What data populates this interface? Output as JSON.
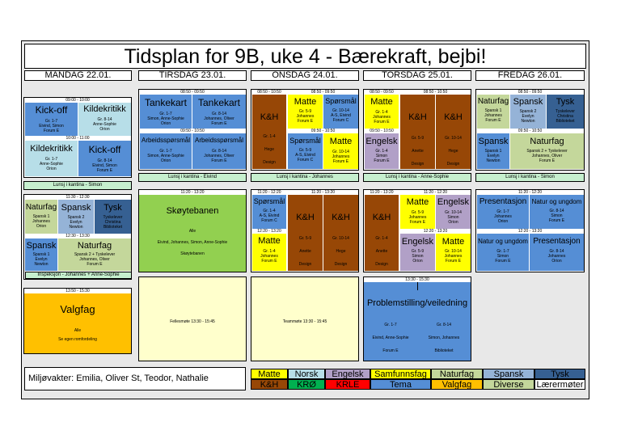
{
  "title": "Tidsplan for 9B, uke 4 - Bærekraft, bejbi!",
  "days": [
    "MANDAG 22.01.",
    "TIRSDAG 23.01.",
    "ONSDAG 24.01.",
    "TORSDAG 25.01.",
    "FREDAG 26.01."
  ],
  "mon": {
    "t1": "09:00 - 10:00",
    "t2": "10:00 - 11:00",
    "a": {
      "name": "Kick-off",
      "grp": "Gr. 1-7",
      "who": "Eivind, Simon",
      "room": "Forum E"
    },
    "b": {
      "name": "Kildekritikk",
      "grp": "Gr. 8-14",
      "who": "Anne-Sophie",
      "room": "Orion"
    },
    "c": {
      "name": "Kildekritikk",
      "grp": "Gr. 1-7",
      "who": "Anne-Sophie",
      "room": "Orion"
    },
    "d": {
      "name": "Kick-off",
      "grp": "Gr. 8-14",
      "who": "Eivind, Simon",
      "room": "Forum E"
    },
    "lunch": "Lunsj i kantina - Simon",
    "t3": "11:30 - 12:30",
    "t4": "12:30 - 13:30",
    "e": {
      "name": "Naturfag",
      "l1": "Spansk 1",
      "l2": "Johannes",
      "l3": "Orion"
    },
    "f": {
      "name": "Spansk",
      "l1": "Spansk 2",
      "l2": "Evelyn",
      "l3": "Newton"
    },
    "g": {
      "name": "Tysk",
      "l1": "Tyskelever",
      "l2": "Christina",
      "l3": "Biblioteket"
    },
    "h": {
      "name": "Spansk",
      "l1": "Spansk 1",
      "l2": "Evelyn",
      "l3": "Newton"
    },
    "i": {
      "name": "Naturfag",
      "l1": "Spansk 2 + Tyskelever",
      "l2": "Johannes, Oliver",
      "l3": "Forum E"
    },
    "insp": "Inspeksjon - Johannes + Anne-Sophie",
    "t5": "13:50 - 15:30",
    "valg": {
      "name": "Valgfag",
      "l1": "Alle",
      "l2": "Se egen romfordeling"
    }
  },
  "tue": {
    "t1": "08:50 - 09:50",
    "t2": "09:50 - 10:50",
    "a": {
      "name": "Tankekart",
      "grp": "Gr. 1-7",
      "who": "Simon, Anne-Sophie",
      "room": "Orion"
    },
    "b": {
      "name": "Tankekart",
      "grp": "Gr. 8-14",
      "who": "Johannes, Oliver",
      "room": "Forum E"
    },
    "c": {
      "name": "Arbeidsspørsmål",
      "grp": "Gr. 1-7",
      "who": "Simon, Anne-Sophie",
      "room": "Orion"
    },
    "d": {
      "name": "Arbeidsspørsmål",
      "grp": "Gr. 8-14",
      "who": "Johannes, Oliver",
      "room": "Forum E"
    },
    "lunch": "Lunsj i kantina - Eivind",
    "t3": "11:20 - 13:20",
    "skoyte": {
      "name": "Skøytebanen",
      "l1": "Alle",
      "l2": "Eivind, Johannes, Simon, Anne-Sophie",
      "l3": "Skøytebanen"
    },
    "felles": "Fellesmøte 13:30 - 15:45"
  },
  "wed": {
    "t1": "08:50 - 10:50",
    "t2": "08:50 - 09:50",
    "t3": "09:50 - 10:50",
    "kh": "K&H",
    "kl1": "Gr. 1-4",
    "kl2": "Hege",
    "kl3": "Design",
    "m": {
      "name": "Matte",
      "grp": "Gr. 5-9",
      "who": "Johannes",
      "room": "Forum E"
    },
    "s": {
      "name": "Spørsmål",
      "grp": "Gr. 10-14",
      "who": "A-S, Eivind",
      "room": "Forum C"
    },
    "s2": {
      "name": "Spørsmål",
      "grp": "Gr. 5-9",
      "who": "A-S, Eivind",
      "room": "Forum C"
    },
    "m2": {
      "name": "Matte",
      "grp": "Gr. 10-14",
      "who": "Johannes",
      "room": "Forum E"
    },
    "lunch": "Lunsj i kantina - Johannes",
    "t4": "11:20 - 12:20",
    "t5": "11:20 - 13:20",
    "t6": "12:20 - 13:20",
    "s3": {
      "name": "Spørsmål",
      "grp": "Gr. 1-4",
      "who": "A-S, Eivind",
      "room": "Forum C"
    },
    "m3": {
      "name": "Matte",
      "grp": "Gr. 1-4",
      "who": "Johannes",
      "room": "Forum E"
    },
    "k2": {
      "name": "K&H",
      "grp": "Gr. 5-9",
      "who": "Anette",
      "room": "Design"
    },
    "k3": {
      "name": "K&H",
      "grp": "Gr. 10-14",
      "who": "Hege",
      "room": "Design"
    },
    "team": "Teammøte 13:30 - 15:45"
  },
  "thu": {
    "t1": "08:50 - 09:50",
    "t2": "08:50 - 10:50",
    "t3": "09:50 - 10:50",
    "m": {
      "name": "Matte",
      "grp": "Gr. 1-4",
      "who": "Johannes",
      "room": "Forum E"
    },
    "e": {
      "name": "Engelsk",
      "grp": "Gr. 1-4",
      "who": "Simon",
      "room": "Forum E"
    },
    "k1": {
      "name": "K&H",
      "grp": "Gr. 5-9",
      "who": "Anette",
      "room": "Design"
    },
    "k2": {
      "name": "K&H",
      "grp": "Gr. 10-14",
      "who": "Hege",
      "room": "Design"
    },
    "lunch": "Lunsj i kantina - Anne-Sophie",
    "t4": "11:20 - 13:20",
    "t5": "11:20 - 12:20",
    "t6": "12:20 - 13:20",
    "k3": {
      "name": "K&H",
      "grp": "Gr. 1-4",
      "who": "Anette",
      "room": "Design"
    },
    "m2": {
      "name": "Matte",
      "grp": "Gr. 5-9",
      "who": "Johannes",
      "room": "Forum E"
    },
    "e2": {
      "name": "Engelsk",
      "grp": "Gr. 10-14",
      "who": "Simon",
      "room": "Orion"
    },
    "e3": {
      "name": "Engelsk",
      "grp": "Gr. 5-9",
      "who": "Simon",
      "room": "Orion"
    },
    "m3": {
      "name": "Matte",
      "grp": "Gr. 10-14",
      "who": "Johannes",
      "room": "Forum E"
    },
    "t7": "13:30 - 15:30",
    "prob": {
      "name": "Problemstilling/veiledning",
      "g1": "Gr. 1-7",
      "w1": "Eivind, Anne-Sophie",
      "r1": "Forum E",
      "g2": "Gr. 8-14",
      "w2": "Simon, Johannes",
      "r2": "Biblioteket"
    }
  },
  "fri": {
    "t1": "08:50 - 09:50",
    "t2": "09:50 - 10:50",
    "a": {
      "name": "Naturfag",
      "l1": "Spansk 1",
      "l2": "Johannes",
      "l3": "Forum E"
    },
    "b": {
      "name": "Spansk",
      "l1": "Spansk 2",
      "l2": "Evelyn",
      "l3": "Newton"
    },
    "c": {
      "name": "Tysk",
      "l1": "Tyskelever",
      "l2": "Christina",
      "l3": "Biblioteket"
    },
    "d": {
      "name": "Spansk",
      "l1": "Spansk 1",
      "l2": "Evelyn",
      "l3": "Newton"
    },
    "e": {
      "name": "Naturfag",
      "l1": "Spansk 2 + Tyskelever",
      "l2": "Johannes, Oliver",
      "l3": "Forum E"
    },
    "lunch": "Lunsj i kantina - Simon",
    "t3": "11:20 - 12:20",
    "t4": "12:20 - 13:20",
    "f": {
      "name": "Presentasjon",
      "grp": "Gr. 1-7",
      "who": "Johannes",
      "room": "Orion"
    },
    "g": {
      "name": "Natur og ungdom",
      "grp": "Gr. 8-14",
      "who": "Simon",
      "room": "Forum E"
    },
    "h": {
      "name": "Natur og ungdom",
      "grp": "Gr. 1-7",
      "who": "Simon",
      "room": "Forum E"
    },
    "i": {
      "name": "Presentasjon",
      "grp": "Gr. 8-14",
      "who": "Johannes",
      "room": "Orion"
    }
  },
  "footer": {
    "miljo": "Miljøvakter: Emilia, Oliver St, Teodor, Nathalie"
  },
  "legend": [
    "Matte",
    "Norsk",
    "Engelsk",
    "Samfunnsfag",
    "Naturfag",
    "Spansk",
    "Tysk",
    "K&H",
    "KRØ",
    "KRLE",
    "Tema",
    "Valgfag",
    "Diverse",
    "Lærermøter"
  ],
  "colors": {
    "matte": "#ffff00",
    "norsk": "#b7dee8",
    "engelsk": "#b1a0c7",
    "samfunn": "#ffff00",
    "naturfag": "#c4d79b",
    "spansk": "#95b3d7",
    "tysk": "#366092",
    "kh": "#974706",
    "kro": "#00b050",
    "krle": "#ff0000",
    "tema": "#558ed5",
    "valgfag": "#ffc000",
    "diverse": "#ffffcc"
  }
}
